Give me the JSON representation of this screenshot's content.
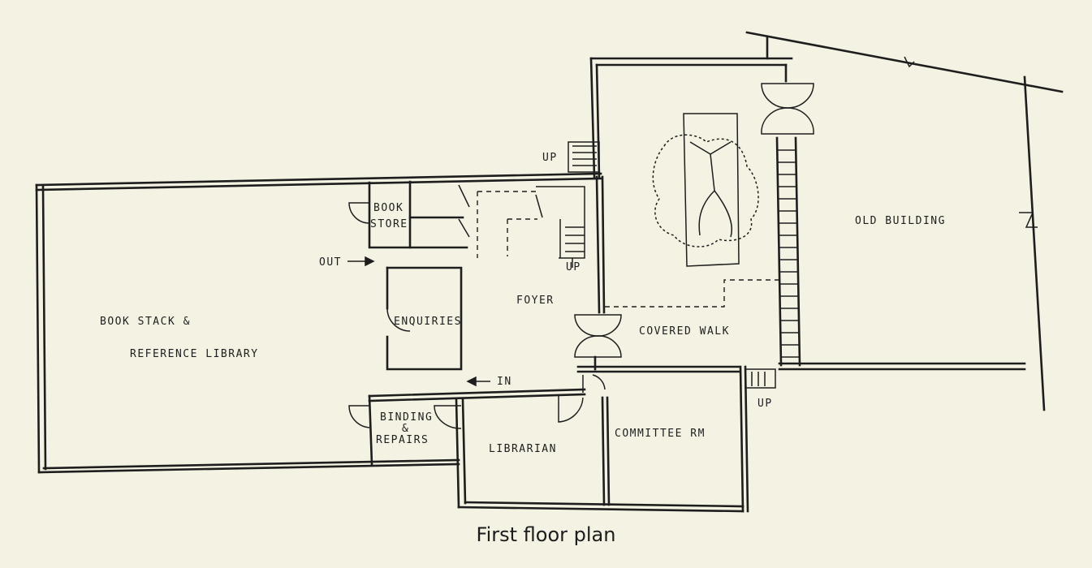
{
  "caption": "First floor plan",
  "rooms": {
    "book_stack": "BOOK STACK &",
    "reference_library": "REFERENCE LIBRARY",
    "book_store_1": "BOOK",
    "book_store_2": "STORE",
    "enquiries": "ENQUIRIES",
    "foyer": "FOYER",
    "covered_walk": "COVERED WALK",
    "old_building": "OLD BUILDING",
    "binding_1": "BINDING",
    "binding_2": "&",
    "binding_3": "REPAIRS",
    "librarian": "LIBRARIAN",
    "committee": "COMMITTEE RM"
  },
  "markers": {
    "out": "OUT",
    "in": "IN",
    "up_1": "UP",
    "up_2": "UP",
    "up_3": "UP"
  }
}
